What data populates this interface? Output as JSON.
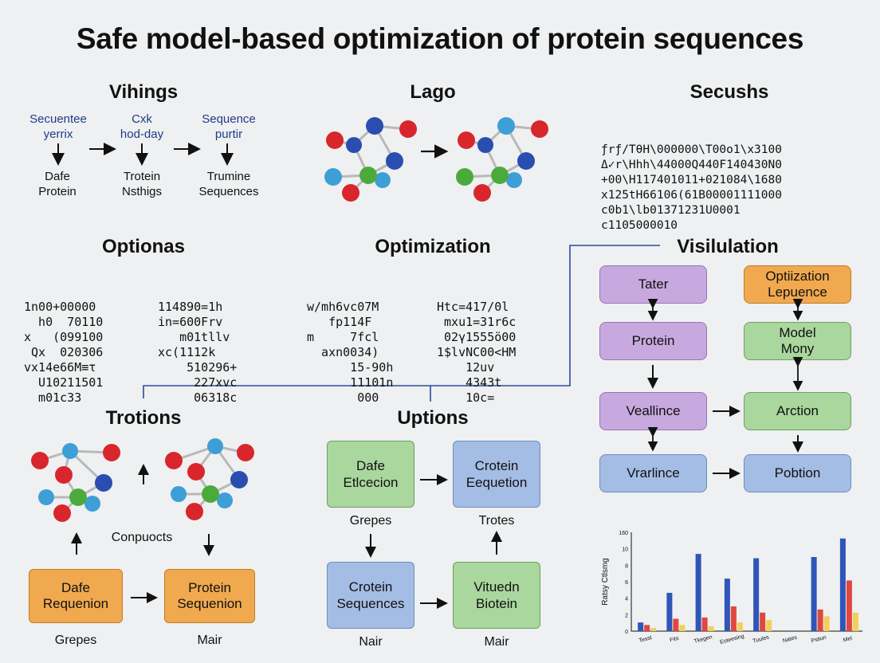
{
  "title": "Safe model-based optimization of protein sequences",
  "vihings": {
    "title": "Vihings",
    "top": [
      [
        "Secuentee",
        "yerrix"
      ],
      [
        "Cxk",
        "hod-day"
      ],
      [
        "Sequence",
        "purtir"
      ]
    ],
    "bottom": [
      [
        "Dafe",
        "Protein"
      ],
      [
        "Trotein",
        "Nsthigs"
      ],
      [
        "Trumine",
        "Sequences"
      ]
    ]
  },
  "lago": {
    "title": "Lago"
  },
  "secushs": {
    "title": "Secushs",
    "lines": [
      "ƒrƒ/TθH\\000000\\T00o1\\x3100",
      "Δ✓r\\Hhh\\44000Q440F140430N0",
      "+00\\H117401011+021084\\1680",
      "x125tH66106(61B00001111000",
      "c0b1\\lb01371231U0001",
      "c1105000010"
    ]
  },
  "optionas": {
    "title": "Optionas",
    "left_lines": [
      "1n00+00000",
      "  h0  70110",
      "x   (099100",
      " Qx  020306",
      "vx14e66M≡τ",
      "  U10211501",
      "  m01c33"
    ],
    "right_lines": [
      "114890=1h",
      "in=600Frv",
      "   m01tllv",
      "xc(1112k",
      "    510296+",
      "     227xvc",
      "     06318c"
    ]
  },
  "optimization": {
    "title": "Optimization",
    "left_lines": [
      "w/mh6vc07M",
      "   fp114F",
      "m     7fcl",
      "  axn0034)",
      "      15-90h",
      "      11101n",
      "       000"
    ],
    "right_lines": [
      "Htc=417/0l",
      " mxu1=31r6c",
      " 02γ1555ö00",
      "1$lvNC00<HM",
      "    12uv",
      "    4343t",
      "    10c="
    ]
  },
  "visilulation": {
    "title": "Visilulation",
    "left_boxes": [
      "Tater",
      "Protein",
      "Veallince",
      "Vrarlince"
    ],
    "right_boxes": [
      [
        "Optiization",
        "Lepuence"
      ],
      [
        "Model",
        "Mony"
      ],
      [
        "Arction"
      ],
      [
        "Pobtion"
      ]
    ]
  },
  "trotions": {
    "title": "Trotions",
    "middle_label": "Conpuocts",
    "boxes": [
      [
        "Dafe",
        "Requenion"
      ],
      [
        "Protein",
        "Sequenion"
      ]
    ],
    "under": [
      "Grepes",
      "Mair"
    ]
  },
  "uptions": {
    "title": "Uptions",
    "cubes": [
      [
        "Dafe",
        "Etlcecion"
      ],
      [
        "Crotein",
        "Eequetion"
      ],
      [
        "Crotein",
        "Sequences"
      ],
      [
        "Vituedn",
        "Biotein"
      ]
    ],
    "mid_labels": [
      "Grepes",
      "Trotes"
    ],
    "under": [
      "Nair",
      "Mair"
    ]
  },
  "colors": {
    "purple": "#c8a9df",
    "green": "#a9d79d",
    "blue": "#a4bde4",
    "orange": "#f0a94e",
    "connector": "#2b4a9a",
    "atom_red": "#d8262c",
    "atom_blue": "#2a4db0",
    "atom_lightblue": "#3e9fd6",
    "atom_green": "#4caa3c"
  },
  "chart_data": {
    "type": "bar",
    "ylabel": "Ratsy Ctlsmg",
    "ylim": [
      0,
      160
    ],
    "yticks": [
      "0",
      "2",
      "4",
      "6",
      "8",
      "10",
      "160"
    ],
    "categories": [
      "Tesst",
      "Fits",
      "Tkegen",
      "Eoteesing",
      "Tuules",
      "Nates",
      "Pstiun",
      "Mel"
    ],
    "series": [
      {
        "values": [
          14,
          62,
          125,
          85,
          118,
          0,
          120,
          150
        ],
        "color": "#2f55b8"
      },
      {
        "values": [
          10,
          20,
          22,
          40,
          30,
          0,
          35,
          82
        ],
        "color": "#e0473f"
      },
      {
        "values": [
          5,
          10,
          8,
          14,
          18,
          0,
          24,
          30
        ],
        "color": "#f2cf5b"
      }
    ]
  }
}
